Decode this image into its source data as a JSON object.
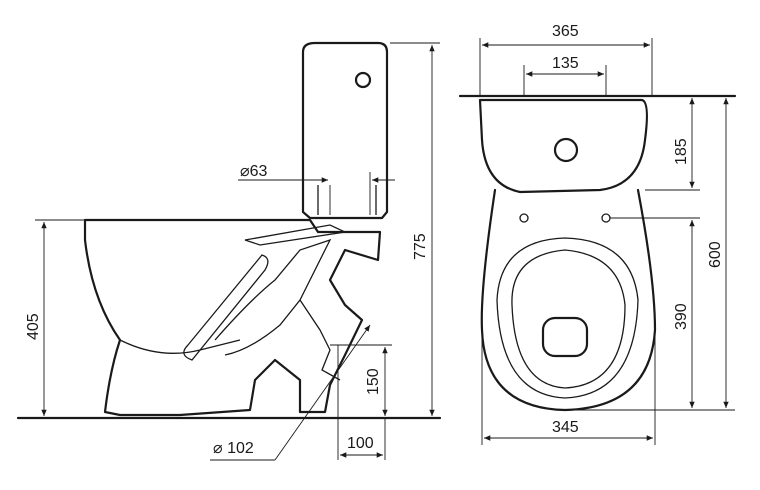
{
  "title": "Toilet dimension drawing",
  "side_view": {
    "total_height": "775",
    "bowl_height": "405",
    "outlet_height": "150",
    "outlet_offset": "100",
    "outlet_diameter": "⌀ 102",
    "inlet_diameter": "⌀63"
  },
  "top_view": {
    "tank_width": "365",
    "fixing_spacing": "135",
    "tank_depth": "185",
    "total_depth": "600",
    "bowl_depth": "390",
    "bowl_width": "345"
  }
}
